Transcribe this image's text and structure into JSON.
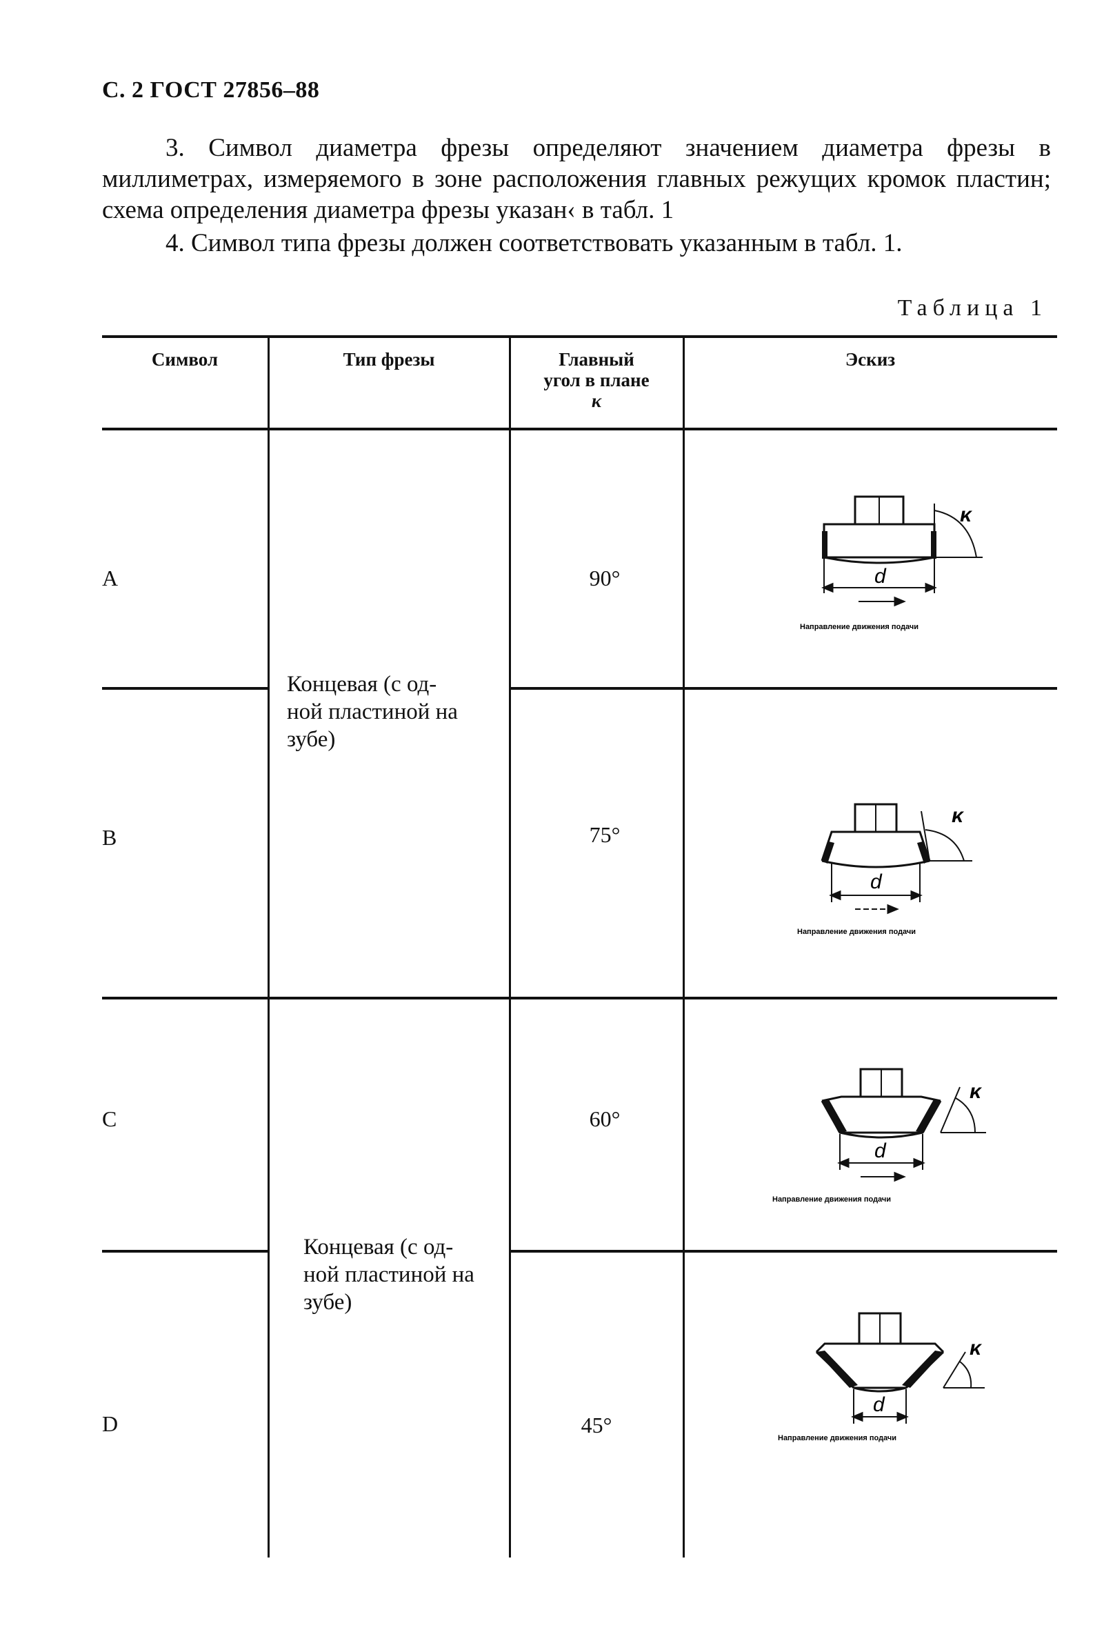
{
  "header": "С. 2 ГОСТ 27856–88",
  "paragraphs": [
    "3. Символ диаметра фрезы определяют значением диаметра фрезы в миллиметрах, измеряемого в зоне расположения главных режущих кромок пластин; схема определения диаметра фрезы указан‹ в табл. 1",
    "4. Символ типа фрезы должен соответствовать указанным в табл. 1."
  ],
  "table": {
    "label": "Таблица 1",
    "headers": {
      "symbol": "Символ",
      "type": "Тип фрезы",
      "angle_line1": "Главный",
      "angle_line2": "угол в плане",
      "angle_line3": "κ",
      "sketch": "Эскиз"
    },
    "rows": [
      {
        "symbol": "A",
        "angle": "90°"
      },
      {
        "symbol": "B",
        "angle": "75°"
      },
      {
        "symbol": "C",
        "angle": "60°"
      },
      {
        "symbol": "D",
        "angle": "45°"
      }
    ],
    "type_groups": [
      {
        "line1": "Концевая (с од-",
        "line2": "ной пластиной на",
        "line3": "зубе)"
      },
      {
        "line1": "Концевая (с од-",
        "line2": "ной пластиной на",
        "line3": "зубе)"
      }
    ],
    "sketch": {
      "dim_label": "d",
      "angle_symbol": "κ",
      "caption": "Направление движения подачи"
    }
  }
}
